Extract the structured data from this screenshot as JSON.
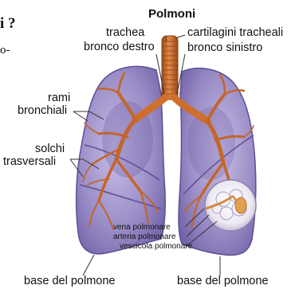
{
  "title": "Polmoni",
  "cropped_left_text": {
    "line1": "i ?",
    "line2": "o-"
  },
  "labels": {
    "trachea": "trachea",
    "bronco_destro": "bronco destro",
    "cartilagini": "cartilagini tracheali",
    "bronco_sinistro": "bronco sinistro",
    "rami_1": "rami",
    "rami_2": "bronchiali",
    "solchi_1": "solchi",
    "solchi_2": "trasversali",
    "vena": "vena polmonare",
    "arteria": "arteria polmonare",
    "vescicola": "vescicola polmonare",
    "base_left": "base del polmone",
    "base_right": "base del polmone"
  },
  "colors": {
    "lung": "#9a8cc6",
    "lung_dark": "#6f5fa6",
    "lung_light": "#c9bfe6",
    "airway": "#cf6f2e",
    "airway_dark": "#9a4a18",
    "leader": "#333333"
  }
}
